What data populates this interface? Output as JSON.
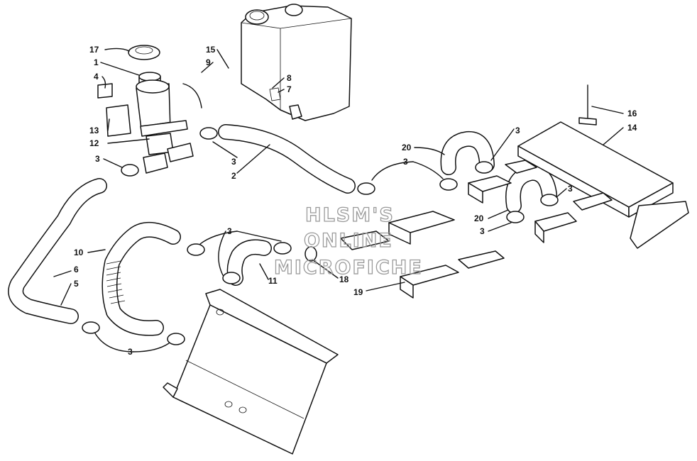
{
  "watermark": {
    "line1": "HLSM'S",
    "line2": "ONLINE",
    "line3": "MICROFICHE"
  },
  "callouts": [
    {
      "id": "c17",
      "text": "17"
    },
    {
      "id": "c1",
      "text": "1"
    },
    {
      "id": "c4",
      "text": "4"
    },
    {
      "id": "c13",
      "text": "13"
    },
    {
      "id": "c12",
      "text": "12"
    },
    {
      "id": "c3a",
      "text": "3"
    },
    {
      "id": "c15",
      "text": "15"
    },
    {
      "id": "c9",
      "text": "9"
    },
    {
      "id": "c8",
      "text": "8"
    },
    {
      "id": "c7",
      "text": "7"
    },
    {
      "id": "c3b",
      "text": "3"
    },
    {
      "id": "c2",
      "text": "2"
    },
    {
      "id": "c20a",
      "text": "20"
    },
    {
      "id": "c3c",
      "text": "3"
    },
    {
      "id": "c3d",
      "text": "3"
    },
    {
      "id": "c16",
      "text": "16"
    },
    {
      "id": "c14",
      "text": "14"
    },
    {
      "id": "c3e",
      "text": "3"
    },
    {
      "id": "c20b",
      "text": "20"
    },
    {
      "id": "c3f",
      "text": "3"
    },
    {
      "id": "c10",
      "text": "10"
    },
    {
      "id": "c6",
      "text": "6"
    },
    {
      "id": "c5",
      "text": "5"
    },
    {
      "id": "c3g",
      "text": "3"
    },
    {
      "id": "c11",
      "text": "11"
    },
    {
      "id": "c18",
      "text": "18"
    },
    {
      "id": "c19",
      "text": "19"
    },
    {
      "id": "c3h",
      "text": "3"
    }
  ]
}
